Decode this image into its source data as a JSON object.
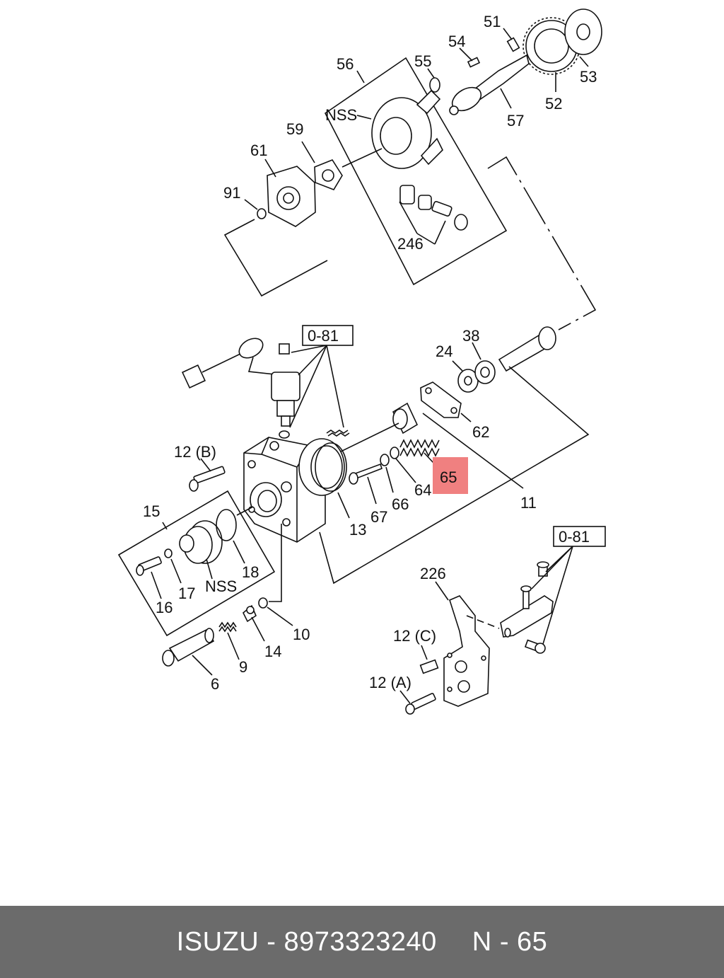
{
  "diagram": {
    "part_labels": {
      "p51": "51",
      "p54": "54",
      "p55": "55",
      "p56": "56",
      "p53": "53",
      "p52": "52",
      "p57": "57",
      "pNSS_top": "NSS",
      "p59": "59",
      "p61": "61",
      "p91": "91",
      "p246": "246",
      "p081_top": "0-81",
      "p24": "24",
      "p38": "38",
      "p62": "62",
      "p65": "65",
      "p12B": "12 (B)",
      "p15": "15",
      "p64": "64",
      "p66": "66",
      "p67": "67",
      "p13": "13",
      "p11": "11",
      "p18": "18",
      "p17": "17",
      "pNSS_mid": "NSS",
      "p16": "16",
      "p081_right": "0-81",
      "p226": "226",
      "p10": "10",
      "p14": "14",
      "p12C": "12 (C)",
      "p12A": "12 (A)",
      "p9": "9",
      "p6": "6"
    },
    "highlight_color": "#f08080"
  },
  "footer": {
    "brand": "ISUZU",
    "sep1": "-",
    "part_number": "8973323240",
    "ref_prefix": "N",
    "sep2": "-",
    "ref_number": "65",
    "background_color": "#6b6b6b",
    "text_color": "#ffffff"
  }
}
